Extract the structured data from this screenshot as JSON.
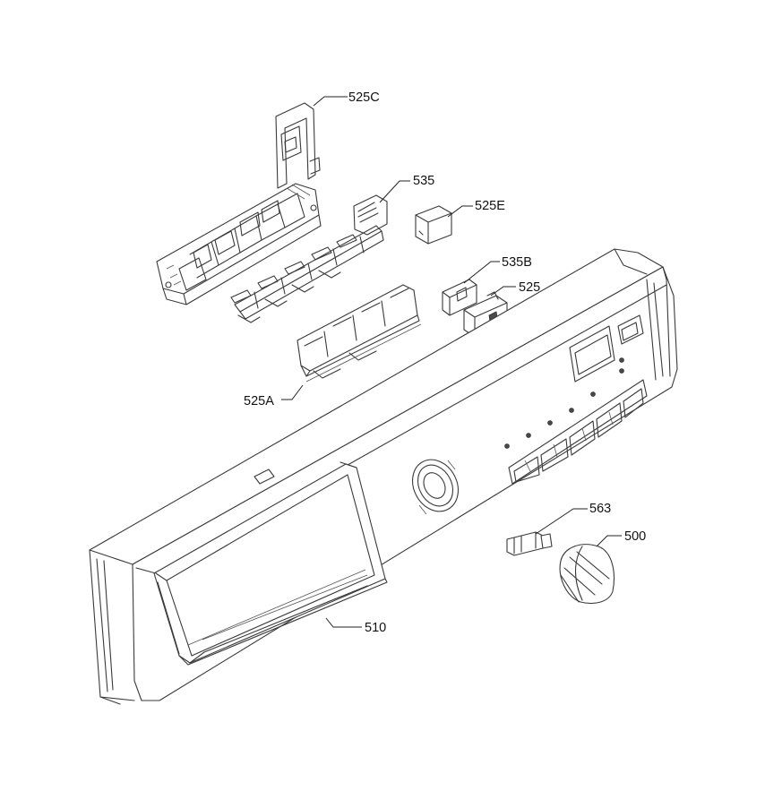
{
  "callouts": [
    {
      "id": "525C",
      "label": "525C"
    },
    {
      "id": "535",
      "label": "535"
    },
    {
      "id": "525E",
      "label": "525E"
    },
    {
      "id": "535B",
      "label": "535B"
    },
    {
      "id": "525",
      "label": "525"
    },
    {
      "id": "525A",
      "label": "525A"
    },
    {
      "id": "563",
      "label": "563"
    },
    {
      "id": "500",
      "label": "500"
    },
    {
      "id": "510",
      "label": "510"
    }
  ]
}
